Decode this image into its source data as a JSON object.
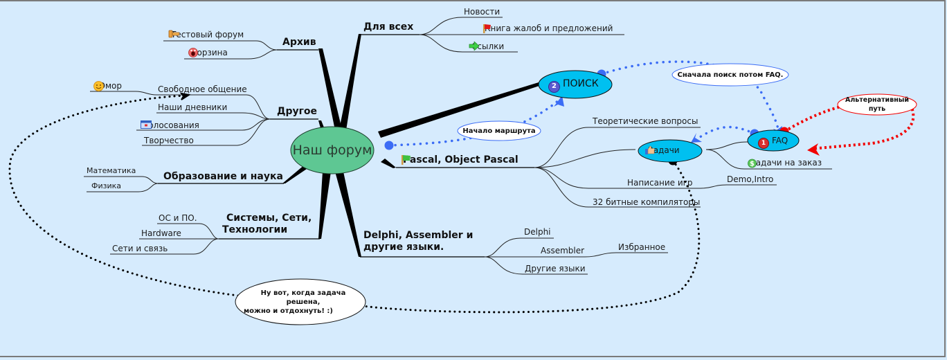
{
  "central": {
    "label": "Наш форум",
    "fill": "#5ec793"
  },
  "branches": {
    "arhiv": {
      "label": "Архив",
      "children": [
        {
          "label": "Тестовый форум",
          "icon": "hammer-icon"
        },
        {
          "label": "Корзина",
          "icon": "screaming-face-icon"
        }
      ]
    },
    "drugoe": {
      "label": "Другое",
      "children": [
        {
          "label": "Свободное общение",
          "children": [
            {
              "label": "Юмор",
              "icon": "smiley-icon"
            }
          ]
        },
        {
          "label": "Наши дневники"
        },
        {
          "label": "Голосования",
          "icon": "calendar-icon"
        },
        {
          "label": "Творчество"
        }
      ]
    },
    "obrazovanie": {
      "label": "Образование и наука",
      "children": [
        {
          "label": "Математика"
        },
        {
          "label": "Физика"
        }
      ]
    },
    "sistemy": {
      "label_line1": "Системы, Сети,",
      "label_line2": "Технологии",
      "children": [
        {
          "label": "ОС и ПО."
        },
        {
          "label": "Hardware"
        },
        {
          "label": "Сети и связь"
        }
      ]
    },
    "dlya_vseh": {
      "label": "Для всех",
      "children": [
        {
          "label": "Новости"
        },
        {
          "label": "Книга жалоб и предложений",
          "icon": "red-flag-icon"
        },
        {
          "label": "Ссылки",
          "icon": "green-arrow-icon"
        }
      ]
    },
    "poisk": {
      "label": "ПОИСК",
      "badge": "2",
      "fill": "#00c0f0"
    },
    "pascal": {
      "label": "Pascal, Object Pascal",
      "icon": "green-flag-icon",
      "children": [
        {
          "label": "Теоретические вопросы"
        },
        {
          "label": "Задачи",
          "icon": "thumbs-up-icon",
          "fill": "#00c0f0",
          "children": [
            {
              "label": "FAQ",
              "badge": "1",
              "fill": "#00c0f0"
            },
            {
              "label": "Задачи на заказ",
              "icon": "dollar-icon"
            }
          ]
        },
        {
          "label": "Написание игр",
          "children": [
            {
              "label": "Demo,Intro"
            }
          ]
        },
        {
          "label": "32 битные компиляторы"
        }
      ]
    },
    "delphi": {
      "label_line1": "Delphi, Assembler и",
      "label_line2": "другие языки.",
      "children": [
        {
          "label": "Delphi"
        },
        {
          "label": "Assembler",
          "children": [
            {
              "label": "Избранное"
            }
          ]
        },
        {
          "label": "Другие языки"
        }
      ]
    }
  },
  "callouts": {
    "start": "Начало маршрута",
    "search_first": "Сначала поиск потом FAQ.",
    "alternative": "Альтернативный путь",
    "rest_line1": "Ну вот, когда задача решена,",
    "rest_line2": "можно и  отдохнуть! :)"
  },
  "colors": {
    "background": "#d6ebfd",
    "route_blue": "#3b6cf5",
    "route_red": "#f20000",
    "route_black": "#000000"
  }
}
